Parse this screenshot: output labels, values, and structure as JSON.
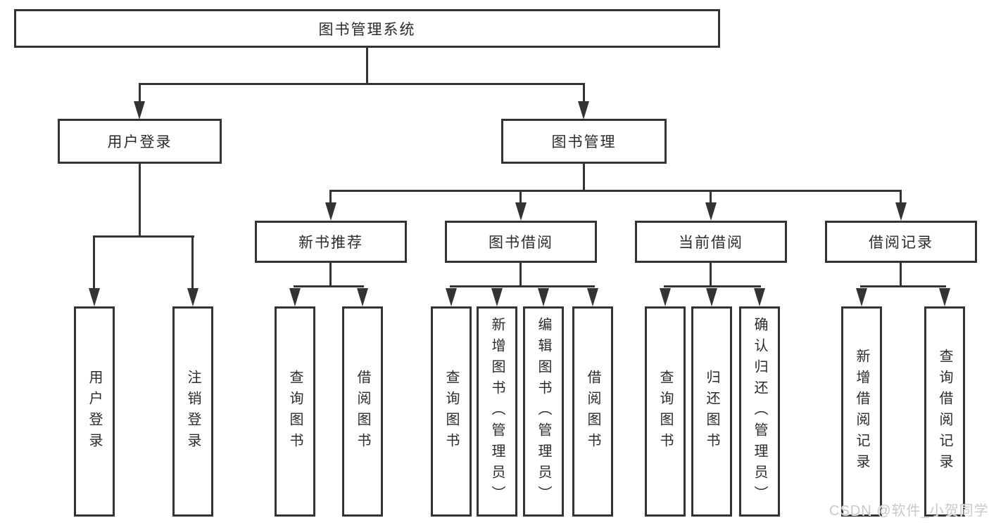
{
  "title": "图书管理系统",
  "tree": {
    "root": "图书管理系统",
    "children": [
      {
        "label": "用户登录",
        "children": [
          "用户登录",
          "注销登录"
        ]
      },
      {
        "label": "图书管理",
        "children": [
          {
            "label": "新书推荐",
            "children": [
              "查询图书",
              "借阅图书"
            ]
          },
          {
            "label": "图书借阅",
            "children": [
              "查询图书",
              "新增图书（管理员）",
              "编辑图书（管理员）",
              "借阅图书"
            ]
          },
          {
            "label": "当前借阅",
            "children": [
              "查询图书",
              "归还图书",
              "确认归还（管理员）"
            ]
          },
          {
            "label": "借阅记录",
            "children": [
              "新增借阅记录",
              "查询借阅记录"
            ]
          }
        ]
      }
    ]
  },
  "watermark": "CSDN @软件_小贺同学",
  "colors": {
    "line": "#333333",
    "box_border": "#333333",
    "text": "#2b2b2b",
    "watermark": "#c9c9c9",
    "background": "#ffffff"
  }
}
